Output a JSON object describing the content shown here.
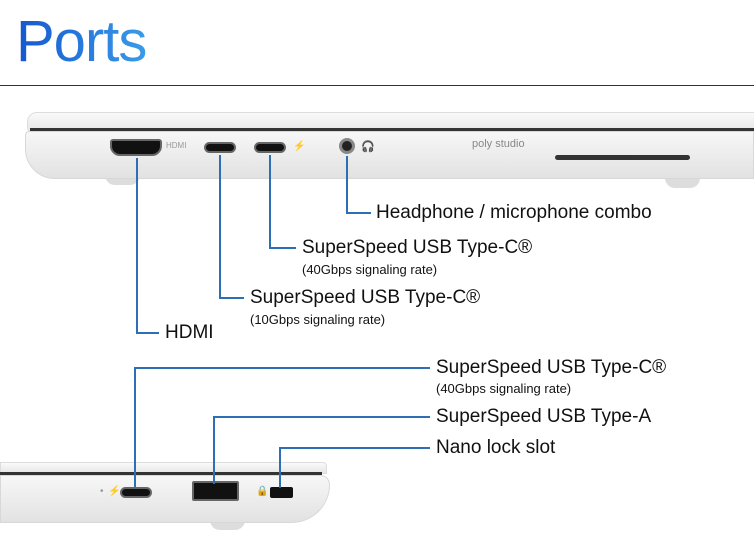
{
  "title": "Ports",
  "laptop_brand": "poly studio",
  "callouts_top": [
    {
      "label": "Headphone / microphone combo"
    },
    {
      "label": "SuperSpeed USB Type-C®",
      "note": "(40Gbps signaling rate)"
    },
    {
      "label": "SuperSpeed USB Type-C®",
      "note": "(10Gbps signaling rate)"
    },
    {
      "label": "HDMI"
    }
  ],
  "callouts_bottom": [
    {
      "label": "SuperSpeed USB Type-C®",
      "note": "(40Gbps signaling rate)"
    },
    {
      "label": "SuperSpeed USB Type-A"
    },
    {
      "label": "Nano lock slot"
    }
  ],
  "colors": {
    "callout_line": "#2d6fb4",
    "title_start": "#1457d0",
    "title_end": "#3a9be8"
  }
}
